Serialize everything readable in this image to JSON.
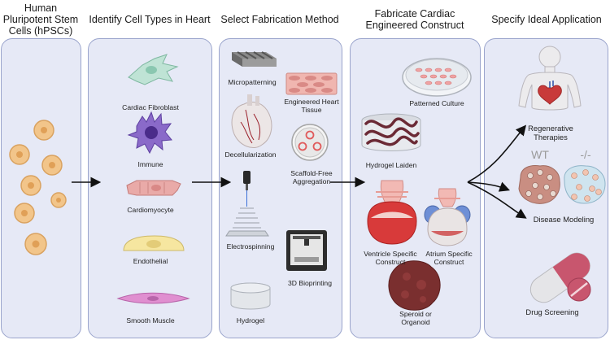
{
  "steps": [
    {
      "title": "Human Pluripotent Stem Cells (hPSCs)"
    },
    {
      "title": "Identify Cell Types in Heart"
    },
    {
      "title": "Select Fabrication Method"
    },
    {
      "title": "Fabricate Cardiac Engineered Construct"
    },
    {
      "title": "Specify Ideal Application"
    }
  ],
  "cell_types": [
    "Cardiac Fibroblast",
    "Immune",
    "Cardiomyocyte",
    "Endothelial",
    "Smooth Muscle"
  ],
  "fabrication_methods": [
    "Micropatterning",
    "Engineered Heart Tissue",
    "Decellularization",
    "Scaffold-Free Aggregation",
    "Electrospinning",
    "3D Bioprinting",
    "Hydrogel"
  ],
  "constructs": [
    "Patterned Culture",
    "Hydrogel Laiden",
    "Ventricle Specific Construct",
    "Atrium Specific Construct",
    "Speroid or Organoid"
  ],
  "applications": {
    "regenerative": "Regenerative Therapies",
    "wt": "WT",
    "ko": "-/-",
    "disease": "Disease Modeling",
    "drug": "Drug Screening"
  },
  "colors": {
    "panel_fill": "#e6e9f6",
    "panel_border": "#9aa4cc",
    "cell": "#f2c58a",
    "fibroblast": "#bfe3d5",
    "immune": "#8a6ac9",
    "cardiomyocyte": "#e9aaa8",
    "endothelial": "#f6e6a0",
    "smooth_muscle": "#e08fd0",
    "hydrogel_fiber": "#6b2a35",
    "ventricle": "#d83a3a",
    "atrium": "#6e8fd6",
    "capsule": "#c8566e"
  }
}
